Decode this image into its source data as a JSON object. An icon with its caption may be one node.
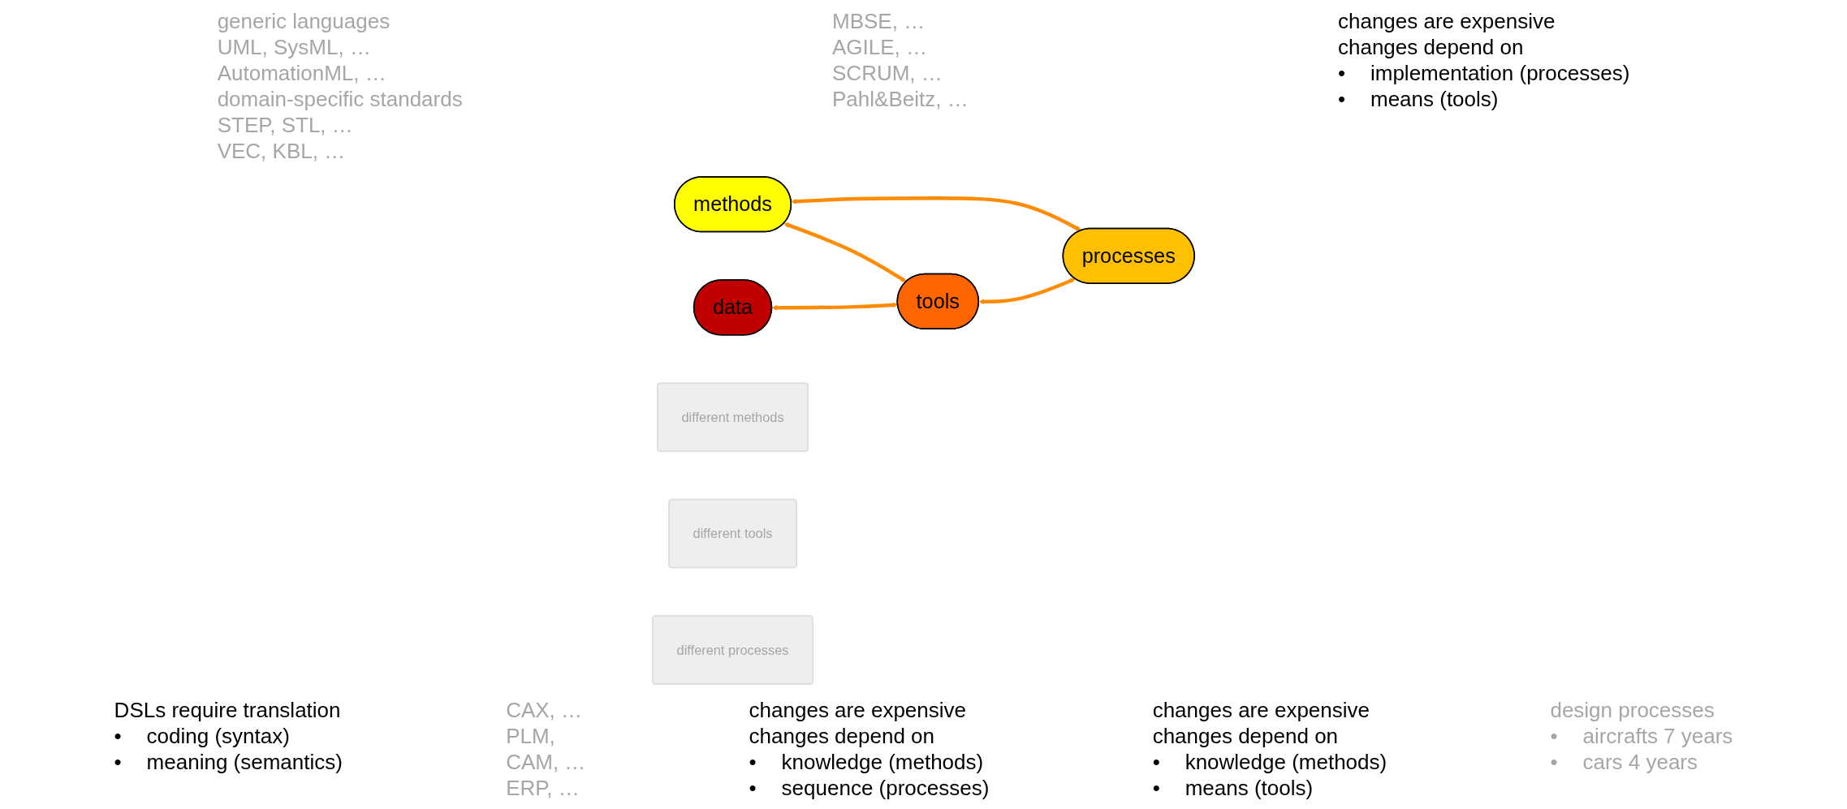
{
  "diagram": {
    "nodes": [
      {
        "text": [
          "methods"
        ]
      },
      {
        "text": [
          "tools"
        ]
      },
      {
        "text": [
          "processes"
        ]
      },
      {
        "text": [
          "data"
        ]
      },
      {
        "text": [
          "different methods"
        ]
      },
      {
        "text": [
          "different tools"
        ]
      },
      {
        "text": [
          "different processes"
        ]
      }
    ],
    "edges": [
      {
        "from": 0,
        "to": 1,
        "arrow": "both"
      },
      {
        "from": 0,
        "to": 2,
        "arrow": "both"
      },
      {
        "from": 1,
        "to": 2,
        "arrow": "both"
      },
      {
        "from": 3,
        "to": 1,
        "arrow": "both"
      }
    ],
    "labels": [
      "MBSE, …",
      "AGILE, …",
      "SCRUM, …",
      "Pahl&Beitz, …",
      "changes are expensive",
      "changes depend on",
      "•",
      "implementation (processes)",
      "•",
      "means (tools)",
      "generic languages",
      "UML, SysML, …",
      "AutomationML, …",
      "domain-specific standards",
      "STEP, STL, …",
      "VEC, KBL, …",
      "CAX, …",
      "PLM,",
      "CAM, …",
      "ERP, …",
      "changes are expensive",
      "changes depend on",
      "•",
      "knowledge (methods)",
      "•",
      "sequence (processes)",
      "changes are expensive",
      "changes depend on",
      "•",
      "knowledge (methods)",
      "•",
      "means (tools)",
      "design processes",
      "•",
      "aircrafts 7 years",
      "•",
      "cars 4 years",
      "DSLs require translation",
      "•",
      "coding (syntax)",
      "•",
      "meaning (semantics)"
    ]
  }
}
